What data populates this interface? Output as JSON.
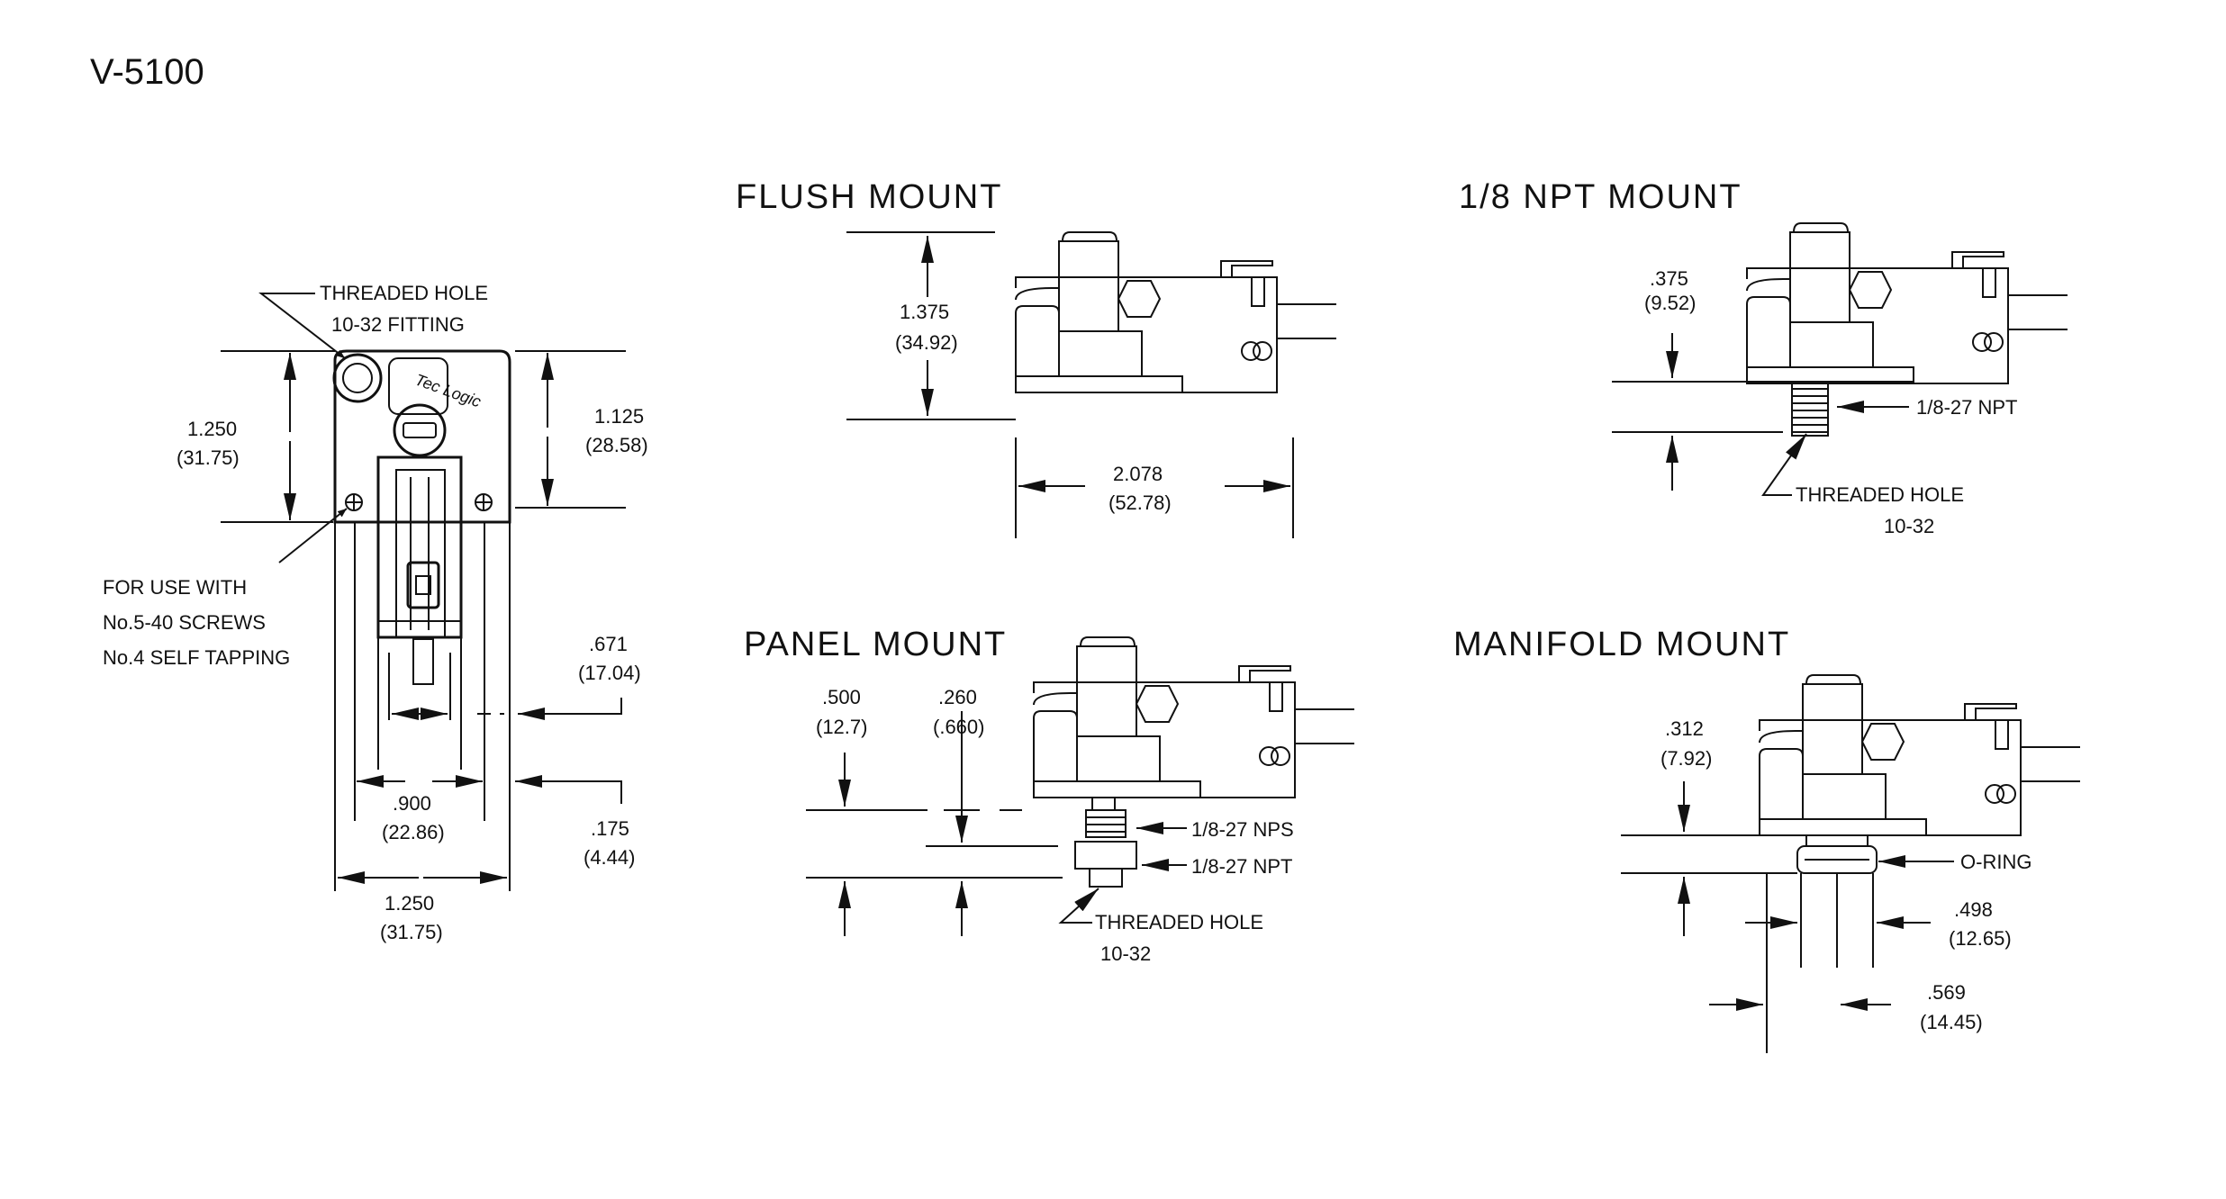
{
  "title": "V-5100",
  "views": {
    "top": {
      "threaded_hole": "THREADED HOLE",
      "fitting": "10-32 FITTING",
      "height_in": "1.250",
      "height_mm": "(31.75)",
      "body_height_in": "1.125",
      "body_height_mm": "(28.58)",
      "screws_line1": "FOR USE WITH",
      "screws_line2": "No.5-40 SCREWS",
      "screws_line3": "No.4 SELF TAPPING",
      "dim_671_in": ".671",
      "dim_671_mm": "(17.04)",
      "dim_900_in": ".900",
      "dim_900_mm": "(22.86)",
      "dim_175_in": ".175",
      "dim_175_mm": "(4.44)",
      "width_in": "1.250",
      "width_mm": "(31.75)",
      "logo_text": "Tec Logic"
    },
    "flush": {
      "heading": "FLUSH MOUNT",
      "height_in": "1.375",
      "height_mm": "(34.92)",
      "length_in": "2.078",
      "length_mm": "(52.78)"
    },
    "npt": {
      "heading": "1/8 NPT MOUNT",
      "dim_in": ".375",
      "dim_mm": "(9.52)",
      "thread": "1/8-27 NPT",
      "hole": "THREADED HOLE",
      "hole_size": "10-32"
    },
    "panel": {
      "heading": "PANEL MOUNT",
      "dim_500_in": ".500",
      "dim_500_mm": "(12.7)",
      "dim_260_in": ".260",
      "dim_260_mm": "(.660)",
      "nps": "1/8-27 NPS",
      "npt": "1/8-27 NPT",
      "hole": "THREADED HOLE",
      "hole_size": "10-32"
    },
    "manifold": {
      "heading": "MANIFOLD  MOUNT",
      "dim_312_in": ".312",
      "dim_312_mm": "(7.92)",
      "oring": "O-RING",
      "dim_498_in": ".498",
      "dim_498_mm": "(12.65)",
      "dim_569_in": ".569",
      "dim_569_mm": "(14.45)"
    }
  }
}
